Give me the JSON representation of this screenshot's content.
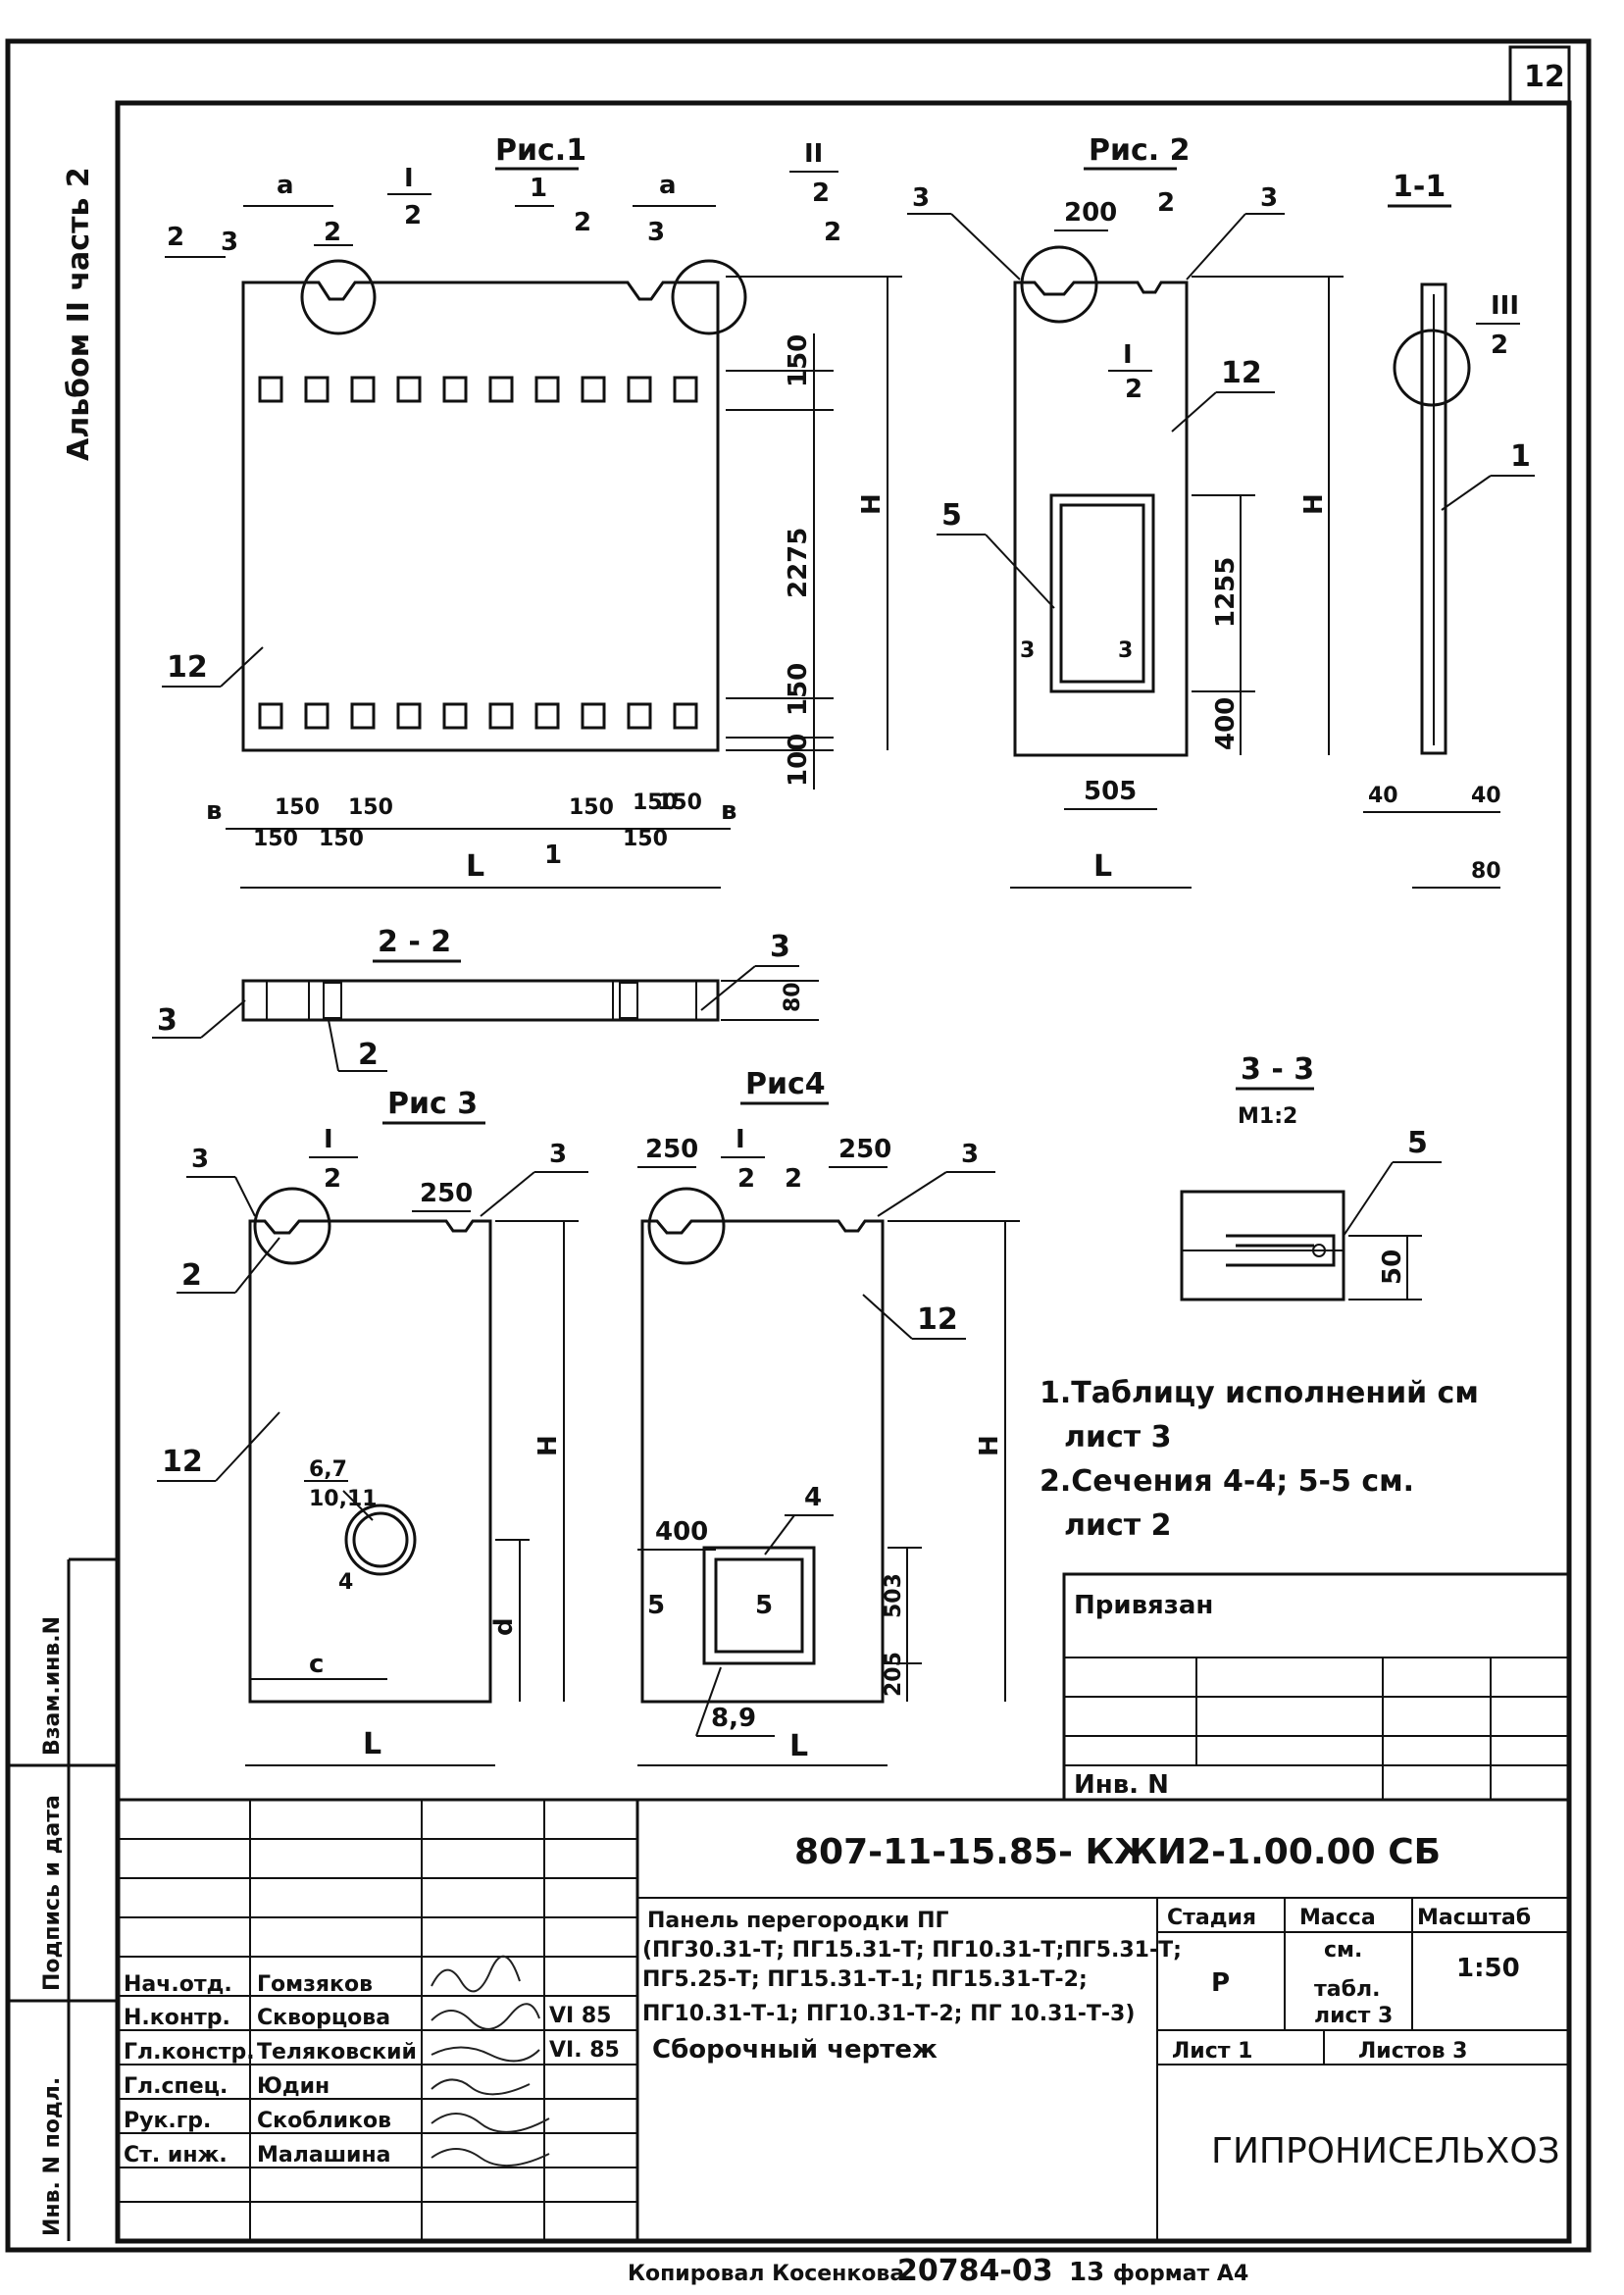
{
  "sheet_number": "12",
  "side_title": "Альбом II часть 2",
  "side_labels": [
    "Взам.инв.N",
    "Подпись и дата",
    "Инв. N подл."
  ],
  "figures": {
    "fig1": {
      "title": "Рис.1",
      "dims": [
        "2275",
        "150",
        "150",
        "100",
        "150",
        "150",
        "150",
        "150",
        "150",
        "150",
        "150",
        "150"
      ],
      "letters": [
        "a",
        "a",
        "H",
        "L",
        "в",
        "в"
      ],
      "callouts": [
        "3",
        "2",
        "2",
        "3",
        "12",
        "1",
        "1",
        "2",
        "2"
      ],
      "node_I": "I",
      "node_I_den": "2",
      "node_II": "II",
      "node_II_den": "2"
    },
    "fig2": {
      "title": "Рис. 2",
      "dims": [
        "200",
        "1255",
        "400",
        "505"
      ],
      "letters": [
        "H",
        "L"
      ],
      "callouts": [
        "3",
        "2",
        "3",
        "12",
        "5",
        "3",
        "3"
      ],
      "node_I": "I",
      "node_I_den": "2"
    },
    "sec11": {
      "title": "1-1",
      "dims": [
        "40",
        "40",
        "80"
      ],
      "callouts": [
        "1"
      ],
      "node_III": "III",
      "node_III_den": "2"
    },
    "sec22": {
      "title": "2 - 2",
      "dims": [
        "80"
      ],
      "callouts": [
        "3",
        "3",
        "2"
      ]
    },
    "fig3": {
      "title": "Рис 3",
      "dims": [
        "250"
      ],
      "letters": [
        "H",
        "L",
        "d",
        "c"
      ],
      "callouts": [
        "3",
        "3",
        "2",
        "12",
        "6,7",
        "10,11",
        "4"
      ],
      "node_I": "I",
      "node_I_den": "2"
    },
    "fig4": {
      "title": "Рис4",
      "dims": [
        "250",
        "250",
        "400",
        "503",
        "205"
      ],
      "letters": [
        "H",
        "L"
      ],
      "callouts": [
        "2",
        "3",
        "12",
        "4",
        "5",
        "5",
        "8,9"
      ],
      "node_I": "I",
      "node_I_den": "2"
    },
    "sec33": {
      "title": "3 - 3",
      "scale": "М1:2",
      "dims": [
        "50"
      ],
      "callouts": [
        "5"
      ]
    }
  },
  "notes": [
    "1.Таблицу исполнений см",
    "лист 3",
    "2.Сечения 4-4; 5-5 см.",
    "лист 2"
  ],
  "binding_box": {
    "title": "Привязан",
    "inv_label": "Инв. N"
  },
  "title_block": {
    "designation": "807-11-15.85- КЖИ2-1.00.00 СБ",
    "name_lines": [
      "Панель перегородки ПГ",
      "(ПГ30.31-Т; ПГ15.31-Т; ПГ10.31-Т;ПГ5.31-Т;",
      "ПГ5.25-Т; ПГ15.31-Т-1; ПГ15.31-Т-2;",
      "ПГ10.31-Т-1; ПГ10.31-Т-2; ПГ 10.31-Т-3)",
      "Сборочный чертеж"
    ],
    "stage_label": "Стадия",
    "mass_label": "Масса",
    "scale_label": "Масштаб",
    "stage": "Р",
    "mass_lines": [
      "см.",
      "табл.",
      "лист 3"
    ],
    "scale": "1:50",
    "sheet_label": "Лист 1",
    "sheets_label": "Листов 3",
    "organization": "ГИПРОНИСЕЛЬХОЗ",
    "roles": [
      {
        "role": "Нач.отд.",
        "name": "Гомзяков",
        "date": ""
      },
      {
        "role": "Н.контр.",
        "name": "Скворцова",
        "date": "VI 85"
      },
      {
        "role": "Гл.констр.",
        "name": "Теляковский",
        "date": "VI. 85"
      },
      {
        "role": "Гл.спец.",
        "name": "Юдин",
        "date": ""
      },
      {
        "role": "Рук.гр.",
        "name": "Скобликов",
        "date": ""
      },
      {
        "role": "Ст. инж.",
        "name": "Малашина",
        "date": ""
      }
    ]
  },
  "footer": {
    "copied": "Копировал Косенкова",
    "code": "20784-03",
    "num": "13",
    "format": "формат А4"
  }
}
